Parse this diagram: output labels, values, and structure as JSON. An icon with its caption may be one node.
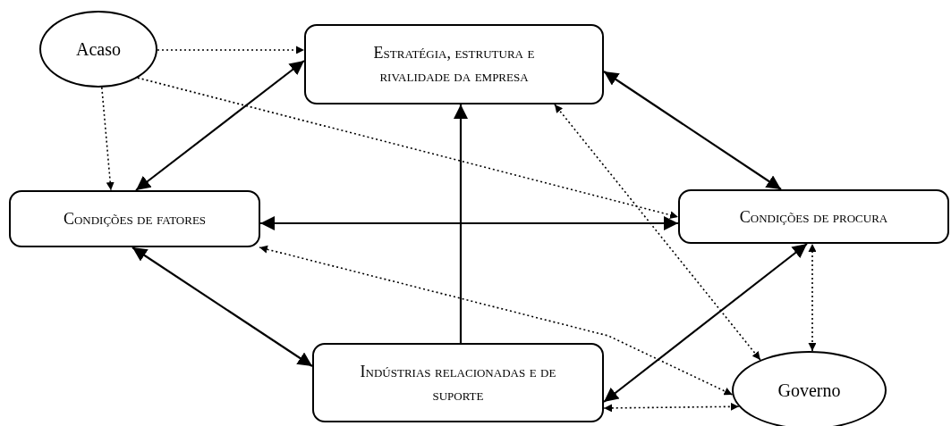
{
  "diagram": {
    "nodes": [
      {
        "text": [
          "Acaso"
        ]
      },
      {
        "text": [
          "Estratégia, estrutura e rivalidade da empresa"
        ]
      },
      {
        "text": [
          "Condições de fatores"
        ]
      },
      {
        "text": [
          "Condições de procura"
        ]
      },
      {
        "text": [
          "Indústrias relacionadas e de suporte"
        ]
      },
      {
        "text": [
          "Governo"
        ]
      }
    ],
    "edges": [
      {
        "from": 0,
        "to": 1,
        "arrow": "to",
        "style": "dashed"
      },
      {
        "from": 0,
        "to": 3,
        "arrow": "to",
        "style": "dashed"
      },
      {
        "from": 0,
        "to": 2,
        "arrow": "to",
        "style": "dashed"
      },
      {
        "from": 1,
        "to": 2,
        "arrow": "both"
      },
      {
        "from": 1,
        "to": 3,
        "arrow": "both"
      },
      {
        "from": 2,
        "to": 3,
        "arrow": "both"
      },
      {
        "from": 4,
        "to": 1,
        "arrow": "to"
      },
      {
        "from": 2,
        "to": 4,
        "arrow": "both"
      },
      {
        "from": 4,
        "to": 3,
        "arrow": "both"
      },
      {
        "from": 5,
        "to": 1,
        "arrow": "both",
        "style": "dashed"
      },
      {
        "from": 5,
        "to": 2,
        "arrow": "both",
        "style": "dashed"
      },
      {
        "from": 5,
        "to": 3,
        "arrow": "both",
        "style": "dashed"
      },
      {
        "from": 5,
        "to": 4,
        "arrow": "both",
        "style": "dashed"
      }
    ]
  }
}
